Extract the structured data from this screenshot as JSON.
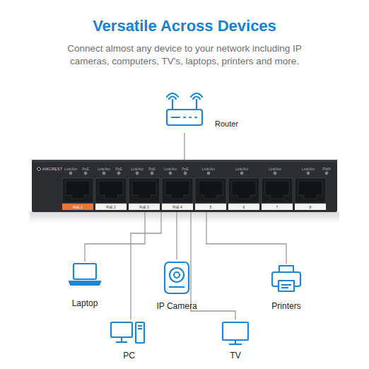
{
  "diagram": {
    "title": "Versatile Across Devices",
    "caption": "Connect almost any device to your network including IP cameras, computers, TV's, laptops, printers and more.",
    "nodes": [
      {
        "text": [
          "Router"
        ]
      },
      {
        "text": [
          "AMCREST"
        ]
      },
      {
        "text": [
          "Laptop"
        ]
      },
      {
        "text": [
          "IP Camera"
        ]
      },
      {
        "text": [
          "Printers"
        ]
      },
      {
        "text": [
          "PC"
        ]
      },
      {
        "text": [
          "TV"
        ]
      }
    ],
    "edges": [
      {
        "from": 0,
        "to": 1,
        "arrow": "none"
      },
      {
        "from": 1,
        "to": 2,
        "arrow": "none"
      },
      {
        "from": 1,
        "to": 5,
        "arrow": "none"
      },
      {
        "from": 1,
        "to": 3,
        "arrow": "none"
      },
      {
        "from": 1,
        "to": 6,
        "arrow": "none"
      },
      {
        "from": 1,
        "to": 4,
        "arrow": "none"
      }
    ],
    "labels": [
      "Link/Act",
      "PoE",
      "Link/Act",
      "PoE",
      "Link/Act",
      "PoE",
      "Link/Act",
      "PoE",
      "Link/Act",
      "Link/Act",
      "Link/Act",
      "Link/Act",
      "PWR",
      "PoE 1",
      "PoE 2",
      "PoE 3",
      "PoE 4",
      "5",
      "6",
      "7",
      "8"
    ]
  }
}
